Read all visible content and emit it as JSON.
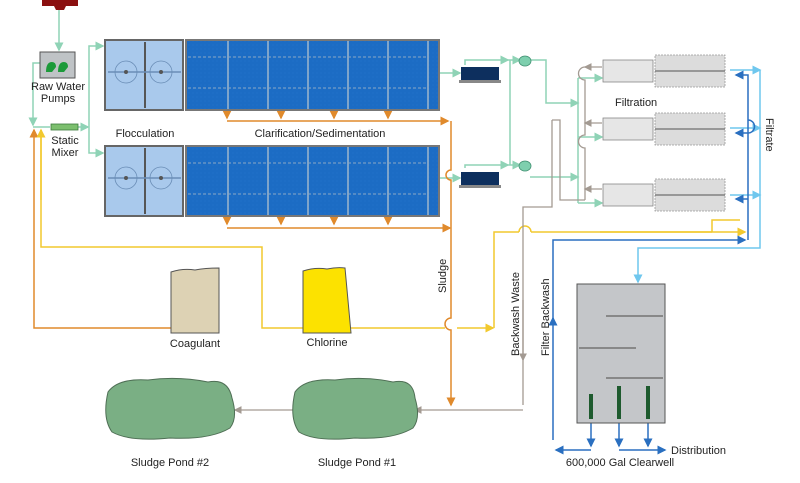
{
  "title": "Water Treatment Process Flow",
  "labels": {
    "raw_water_pumps_line1": "Raw Water",
    "raw_water_pumps_line2": "Pumps",
    "static_mixer_line1": "Static",
    "static_mixer_line2": "Mixer",
    "flocculation": "Flocculation",
    "clarification": "Clarification/Sedimentation",
    "filtration": "Filtration",
    "filtrate": "Filtrate",
    "sludge": "Sludge",
    "backwash_waste": "Backwash Waste",
    "filter_backwash": "Filter Backwash",
    "coagulant": "Coagulant",
    "chlorine": "Chlorine",
    "sludge_pond_2": "Sludge Pond #2",
    "sludge_pond_1": "Sludge Pond #1",
    "clearwell": "600,000 Gal Clearwell",
    "distribution": "Distribution"
  },
  "colors": {
    "raw_water": "#8fd3b6",
    "sludge": "#e08a2c",
    "chlorine": "#f2d22e",
    "backwash_waste": "#a39a92",
    "filtrate": "#6fc7ee",
    "backwash": "#2a6fc0",
    "basin_floc": "#a9c9ec",
    "basin_clar": "#1c6cc4",
    "coagulant_tank": "#ddd2b4",
    "chlorine_tank": "#fce200",
    "pond": "#7aaf84",
    "clearwell": "#c4c6c9",
    "intake": "#8b1010"
  }
}
